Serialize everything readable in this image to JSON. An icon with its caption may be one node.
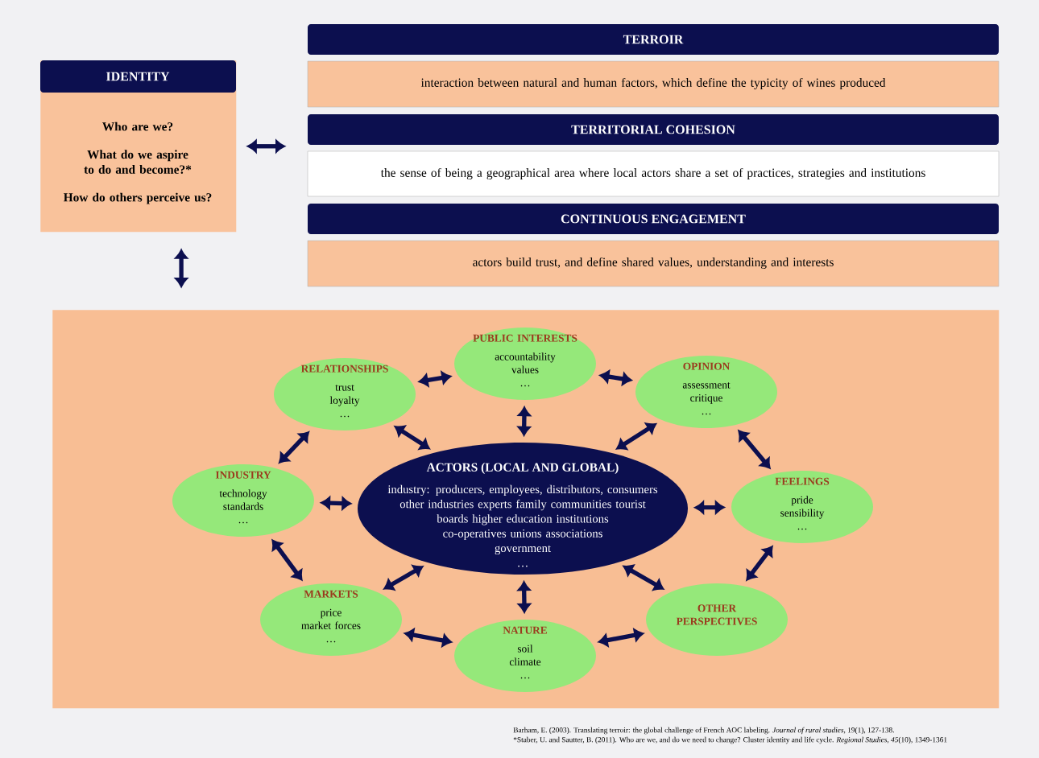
{
  "diagram": {
    "nodes": [
      {
        "text": [
          "IDENTITY",
          "Who are we?",
          "What do we aspire to do and become?*",
          "How do others perceive us?"
        ]
      },
      {
        "text": [
          "TERROIR",
          "interaction between natural and human factors, which define the typicity of wines produced"
        ]
      },
      {
        "text": [
          "TERRITORIAL COHESION",
          "the sense of being a geographical area where local actors share a set of practices, strategies and institutions"
        ]
      },
      {
        "text": [
          "CONTINUOUS ENGAGEMENT",
          "actors build trust, and define shared values, understanding and interests"
        ]
      },
      {
        "text": [],
        "shape": "box"
      },
      {
        "text": [
          "ACTORS (LOCAL AND GLOBAL)",
          "industry: producers, employees, distributors, consumers",
          "other industries   experts   family   communities   tourist",
          "boards   higher education institutions",
          "co-operatives   unions   associations",
          "government",
          "…"
        ],
        "in": 4
      },
      {
        "text": [
          "PUBLIC INTERESTS",
          "accountability",
          "values",
          "…"
        ],
        "in": 4
      },
      {
        "text": [
          "RELATIONSHIPS",
          "trust",
          "loyalty",
          "…"
        ],
        "in": 4
      },
      {
        "text": [
          "OPINION",
          "assessment",
          "critique",
          "…"
        ],
        "in": 4
      },
      {
        "text": [
          "INDUSTRY",
          "technology",
          "standards",
          "…"
        ],
        "in": 4
      },
      {
        "text": [
          "FEELINGS",
          "pride",
          "sensibility",
          "…"
        ],
        "in": 4
      },
      {
        "text": [
          "MARKETS",
          "price",
          "market forces",
          "…"
        ],
        "in": 4
      },
      {
        "text": [
          "OTHER PERSPECTIVES"
        ],
        "in": 4
      },
      {
        "text": [
          "NATURE",
          "soil",
          "climate",
          "…"
        ],
        "in": 4
      }
    ],
    "edges": [
      {
        "from": 0,
        "to": 2,
        "arrow": "both"
      },
      {
        "from": 0,
        "to": 4,
        "arrow": "both"
      },
      {
        "from": 7,
        "to": 6,
        "arrow": "both"
      },
      {
        "from": 6,
        "to": 8,
        "arrow": "both"
      },
      {
        "from": 8,
        "to": 10,
        "arrow": "both"
      },
      {
        "from": 10,
        "to": 12,
        "arrow": "both"
      },
      {
        "from": 12,
        "to": 13,
        "arrow": "both"
      },
      {
        "from": 13,
        "to": 11,
        "arrow": "both"
      },
      {
        "from": 11,
        "to": 9,
        "arrow": "both"
      },
      {
        "from": 9,
        "to": 7,
        "arrow": "both"
      },
      {
        "from": 5,
        "to": 6,
        "arrow": "both"
      },
      {
        "from": 5,
        "to": 7,
        "arrow": "both"
      },
      {
        "from": 5,
        "to": 8,
        "arrow": "both"
      },
      {
        "from": 5,
        "to": 9,
        "arrow": "both"
      },
      {
        "from": 5,
        "to": 10,
        "arrow": "both"
      },
      {
        "from": 5,
        "to": 11,
        "arrow": "both"
      },
      {
        "from": 5,
        "to": 12,
        "arrow": "both"
      },
      {
        "from": 5,
        "to": 13,
        "arrow": "both"
      }
    ],
    "labels": [
      "Barham, E. (2003). Translating terroir: the global challenge of French AOC labeling. *Journal of rural studies*, 19(1), 127-138.",
      "*Staber, U. and Sautter, B. (2011). Who are we, and do we need to change? Cluster identity and life cycle. *Regional Studies*, *45*(10), 1349-1361"
    ]
  }
}
